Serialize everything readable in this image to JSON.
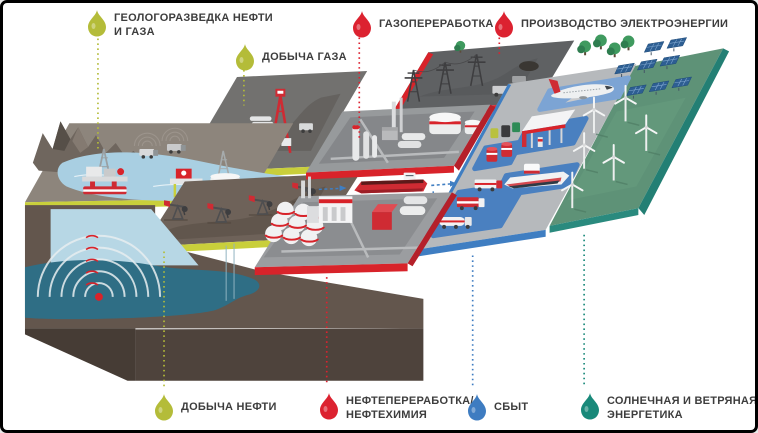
{
  "frame": {
    "background": "#ffffff",
    "border_color": "#000000"
  },
  "palette": {
    "olive": "#b4bc39",
    "red": "#dc2230",
    "blue": "#3e7cc1",
    "teal": "#19897a",
    "label_text": "#3d3d3d",
    "yellow_edge": "#c9cf3b",
    "sea": "#a9cfe2",
    "rock": "#5b4e46",
    "reservoir": "#2f6e85",
    "green_platform": "#5e9277"
  },
  "legend": {
    "top": [
      {
        "id": "exploration",
        "line1": "ГЕОЛОГОРАЗВЕДКА НЕФТИ",
        "line2": "И ГАЗА",
        "color": "#b4bc39"
      },
      {
        "id": "gas-production",
        "line1": "ДОБЫЧА ГАЗА",
        "line2": "",
        "color": "#b4bc39"
      },
      {
        "id": "gas-processing",
        "line1": "ГАЗОПЕРЕРАБОТКА",
        "line2": "",
        "color": "#dc2230"
      },
      {
        "id": "power-generation",
        "line1": "ПРОИЗВОДСТВО ЭЛЕКТРОЭНЕРГИИ",
        "line2": "",
        "color": "#dc2230"
      }
    ],
    "bottom": [
      {
        "id": "oil-production",
        "line1": "ДОБЫЧА НЕФТИ",
        "line2": "",
        "color": "#b4bc39"
      },
      {
        "id": "refining",
        "line1": "НЕФТЕПЕРЕРАБОТКА/",
        "line2": "НЕФТЕХИМИЯ",
        "color": "#dc2230"
      },
      {
        "id": "sales",
        "line1": "СБЫТ",
        "line2": "",
        "color": "#3e7cc1"
      },
      {
        "id": "renewables",
        "line1": "СОЛНЕЧНАЯ И ВЕТРЯНАЯ",
        "line2": "ЭНЕРГЕТИКА",
        "color": "#19897a"
      }
    ]
  },
  "scene": {
    "description": "isometric oil & gas value-chain illustration",
    "elements": [
      "mountain-coast",
      "sea",
      "offshore-oil-rig",
      "offshore-platforms",
      "seismic-trucks",
      "seismic-waves",
      "oil-reservoir",
      "drilling-derrick",
      "cargo-containers",
      "pumpjacks",
      "gas-processing-columns",
      "storage-tanks",
      "power-pylons",
      "tanker-ship",
      "refinery-building",
      "storage-spheres",
      "fuel-trucks",
      "oil-barrels",
      "oil-cans",
      "gas-station",
      "bunkering-ship",
      "airplane",
      "trees",
      "wind-turbines",
      "solar-panels"
    ]
  }
}
